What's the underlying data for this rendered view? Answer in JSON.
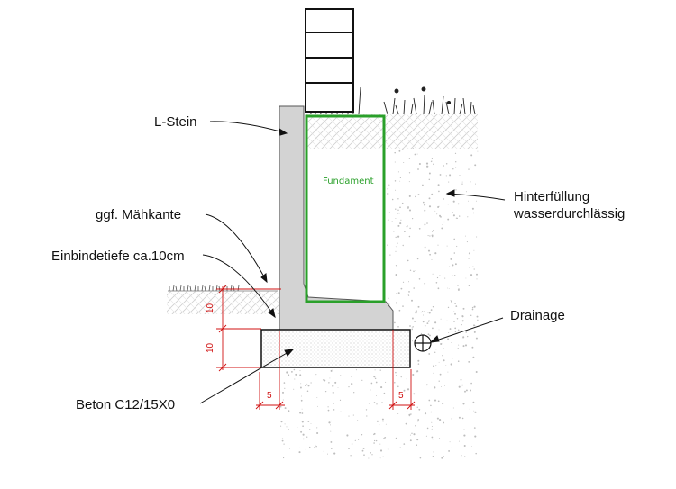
{
  "labels": {
    "l_stein": "L-Stein",
    "maehkante": "ggf. Mähkante",
    "einbindetiefe": "Einbindetiefe ca.10cm",
    "beton": "Beton C12/15X0",
    "hinterfuellung_1": "Hinterfüllung",
    "hinterfuellung_2": "wasserdurchlässig",
    "drainage": "Drainage",
    "fundament": "Fundament"
  },
  "dimensions": {
    "upper_height": "10",
    "lower_height": "10",
    "left_offset": "5",
    "right_offset": "5"
  },
  "colors": {
    "line": "#111111",
    "concrete": "#d3d3d3",
    "foundation_outline": "#2aa02a",
    "dimension": "#d01010",
    "soil_dots": "#bdbdbd"
  }
}
